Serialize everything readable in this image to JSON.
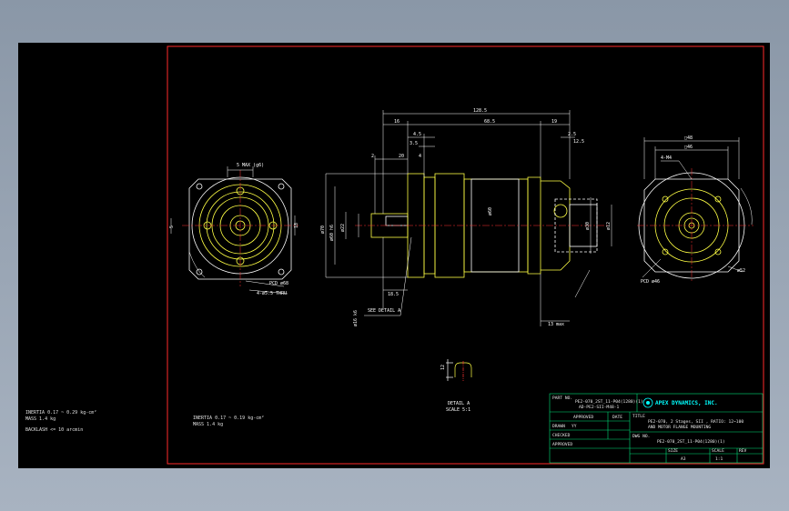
{
  "colors": {
    "background": "#000000",
    "frame": "#ff2a2a",
    "outline": "#ffff44",
    "dimension": "#ffffff",
    "centerline": "#ff3333",
    "detail": "#00ffff",
    "titleblock": "#00e07a"
  },
  "left_notes": {
    "inertia": "INERTIA 0.17 ~ 0.29 kg-cm²",
    "mass": "MASS 1.4 kg",
    "backlash": "BACKLASH <= 10 arcmin"
  },
  "frame_notes": {
    "inertia": "INERTIA 0.17 ~ 0.19 kg-cm²",
    "mass": "MASS 1.4 kg"
  },
  "dims": {
    "overall_length": "128.5",
    "l16": "16",
    "l685": "68.5",
    "l19": "19",
    "l45": "4.5",
    "l35": "3.5",
    "l25": "2.5",
    "l2": "2",
    "l20": "20",
    "l4": "4",
    "l125": "12.5",
    "l185": "18.5",
    "d70": "ø70",
    "d60h6": "ø60 h6",
    "d22": "ø22",
    "d16k6": "ø16 k6",
    "d60": "ø60",
    "d30": "ø30",
    "d12": "ø12",
    "max13": "13 max",
    "m5": "5 MAX (g6)",
    "pcd68": "PCD ø68",
    "holes": "4-ø5.5 THRU",
    "keyway5": "5",
    "keyway18": "18",
    "side_sq": "□48",
    "side_sq2": "□46",
    "side_m4": "4-M4",
    "side_pcd": "PCD ø46",
    "side_d52": "ø52",
    "see_detail": "SEE DETAIL A",
    "detail_label": "DETAIL A",
    "detail_scale": "SCALE 5:1",
    "detail_dim": "12"
  },
  "titleblock": {
    "part_no_label": "PART NO.",
    "part_no_line1": "PE2-070_2ST_11-P04(1280)(1)",
    "part_no_line2": "AD-PE2-SII-M48-1",
    "company": "APEX DYNAMICS, INC.",
    "approved": "APPROVED",
    "date_label": "DATE",
    "drawn": "DRAWN",
    "drawn_by": "YY",
    "checked": "CHECKED",
    "approval": "APPROVED",
    "title_label": "TITLE",
    "title_line1": "PE2-070, 2 Stages, SII , RATIO: 12~100",
    "title_line2": "AND MOTOR FLANGE MOUNTING",
    "dwg_label": "DWG NO.",
    "dwg_no": "PE2-070_2ST_11-P04(1280)(1)",
    "size_label": "SIZE",
    "size": "A3",
    "scale_label": "SCALE",
    "scale": "1:1",
    "rev_label": "REV"
  }
}
